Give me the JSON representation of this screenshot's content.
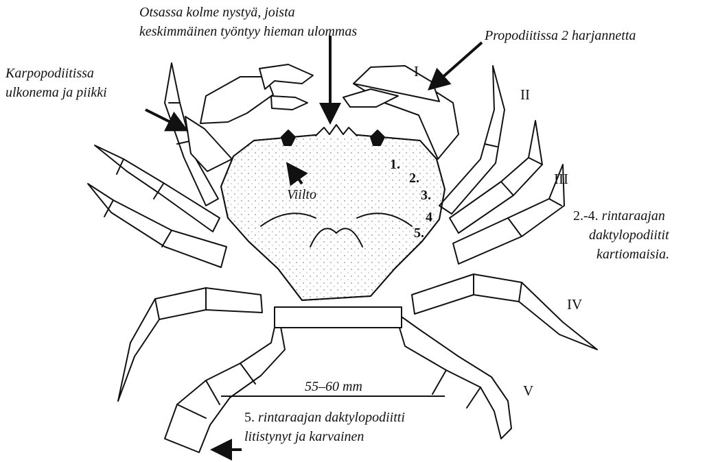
{
  "annotations": {
    "frontal_teeth": [
      "Otsassa kolme nystyä, joista",
      "keskimmäinen työntyy hieman ulommas"
    ],
    "propodite": "Propodiitissa 2 harjannetta",
    "carpopodite": [
      "Karpopodiitissa",
      "ulkonema ja piikki"
    ],
    "notch": "Viilto",
    "dactylopodites_2_4": {
      "prefix": "2.-4. ",
      "line1": "rintaraajan",
      "line2": "daktylopodiitit",
      "line3": "kartiomaisia."
    },
    "dactylopodite_5": {
      "prefix": "5. ",
      "line1": "rintaraajan daktylopodiitti",
      "line2": "litistynyt ja karvainen"
    },
    "scale": "55–60 mm"
  },
  "anterolateral_teeth": [
    "1.",
    "2.",
    "3.",
    "4",
    "5."
  ],
  "leg_numbers": [
    "I",
    "II",
    "III",
    "IV",
    "V"
  ],
  "colors": {
    "ink": "#111111",
    "background": "#ffffff"
  }
}
